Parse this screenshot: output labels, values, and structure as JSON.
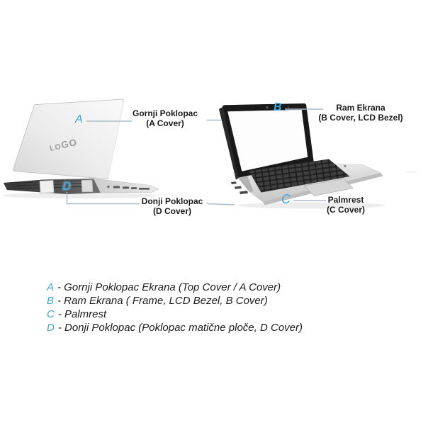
{
  "figure": {
    "type": "laptop-parts-diagram",
    "background": "#ffffff"
  },
  "colors": {
    "accent_cyan": "#3fa6da",
    "callout_line": "#a7bccd",
    "label_text": "#1a1a1a",
    "legend_text": "#1c1c1c",
    "logo_gray": "#9a9a9a"
  },
  "closed_laptop": {
    "logo_part1": "LO",
    "logo_part2": "GO"
  },
  "callouts": {
    "a": {
      "letter": "A",
      "line1": "Gornji Poklopac",
      "line2": "(A Cover)"
    },
    "b": {
      "letter": "B",
      "line1": "Ram Ekrana",
      "line2": "(B Cover, LCD Bezel)"
    },
    "c": {
      "letter": "C",
      "line1": "Palmrest",
      "line2": "(C Cover)"
    },
    "d": {
      "letter": "D",
      "line1": "Donji Poklopac",
      "line2": "(D Cover)"
    }
  },
  "legend": {
    "rows": [
      {
        "letter": "A",
        "text": "- Gornji Poklopac Ekrana (Top Cover / A Cover)"
      },
      {
        "letter": "B",
        "text": "- Ram Ekrana ( Frame, LCD Bezel, B Cover)"
      },
      {
        "letter": "C",
        "text": "- Palmrest"
      },
      {
        "letter": "D",
        "text": "- Donji Poklopac (Poklopac matične ploče, D Cover)"
      }
    ]
  }
}
